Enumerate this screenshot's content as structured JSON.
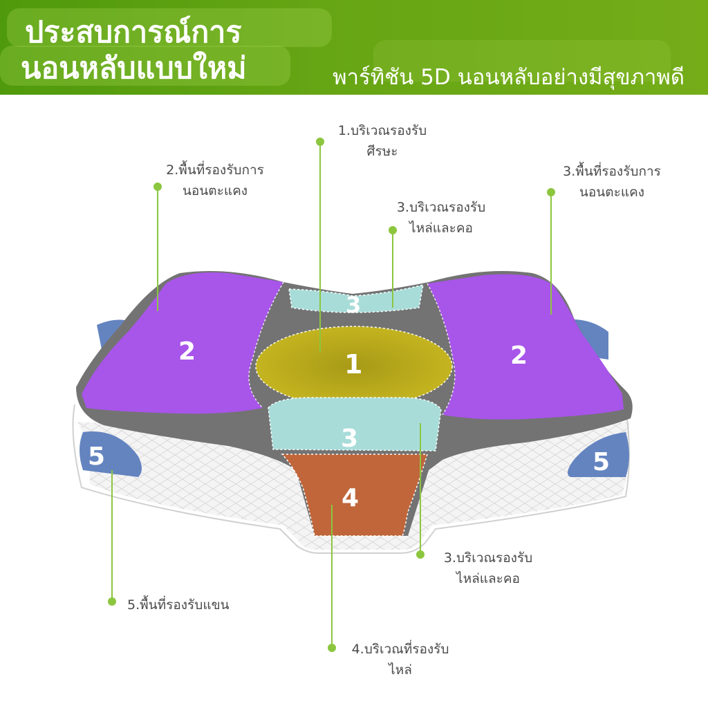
{
  "header": {
    "title_line1": "ประสบการณ์การ",
    "title_line2": "นอนหลับแบบใหม่",
    "subtitle": "พาร์ทิชัน 5D นอนหลับอย่างมีสุขภาพดี"
  },
  "zones": {
    "head": "1",
    "side_sleep_left": "2",
    "side_sleep_right": "2",
    "shoulder_neck_top": "3",
    "shoulder_neck_bottom": "3",
    "shoulder": "4",
    "arm_left": "5",
    "arm_right": "5"
  },
  "labels": {
    "zone1_line1": "1.บริเวณรองรับ",
    "zone1_line2": "ศีรษะ",
    "zone2_line1": "2.พื้นที่รองรับการ",
    "zone2_line2": "นอนตะแคง",
    "zone3_top_line1": "3.บริเวณรองรับ",
    "zone3_top_line2": "ไหล่และคอ",
    "zone3_right_line1": "3.พื้นที่รองรับการ",
    "zone3_right_line2": "นอนตะแคง",
    "zone3_bottom_line1": "3.บริเวณรองรับ",
    "zone3_bottom_line2": "ไหล่และคอ",
    "zone4_line1": "4.บริเวณที่รองรับ",
    "zone4_line2": "ไหล่",
    "zone5": "5.พื้นที่รองรับแขน"
  },
  "colors": {
    "banner": "#62a312",
    "side_zone": "#a855ea",
    "head_zone": "#c0ae1c",
    "neck_zone": "#a8dcd9",
    "shoulder_zone": "#c0663a",
    "arm_zone": "#6484c0",
    "frame": "#737373",
    "leader": "#8cc63f"
  }
}
